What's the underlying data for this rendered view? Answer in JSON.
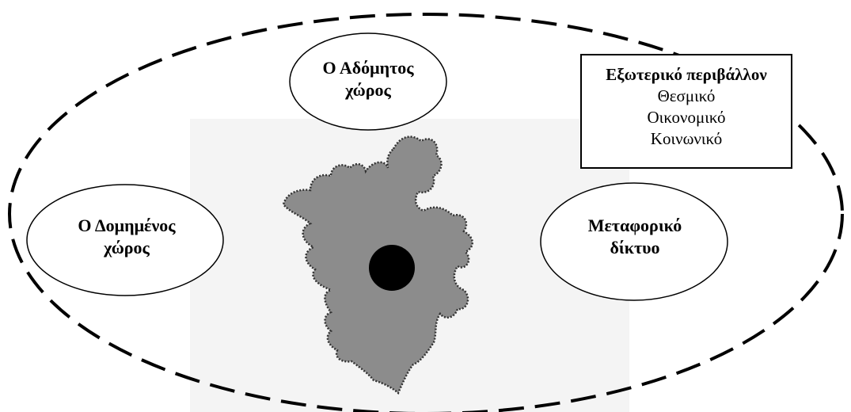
{
  "unbuilt_space": {
    "line1": "Ο Αδόμητος",
    "line2": "χώρος"
  },
  "built_space": {
    "line1": "Ο Δομημένος",
    "line2": "χώρος"
  },
  "transport_network": {
    "line1": "Μεταφορικό",
    "line2": "δίκτυο"
  },
  "external_environment": {
    "title": "Εξωτερικό περιβάλλον",
    "items": [
      "Θεσμικό",
      "Οικονομικό",
      "Κοινωνικό"
    ]
  },
  "colors": {
    "city_fill": "#8c8c8c",
    "core_fill": "#000000",
    "line": "#000000",
    "background_patch": "#f4f4f4"
  }
}
